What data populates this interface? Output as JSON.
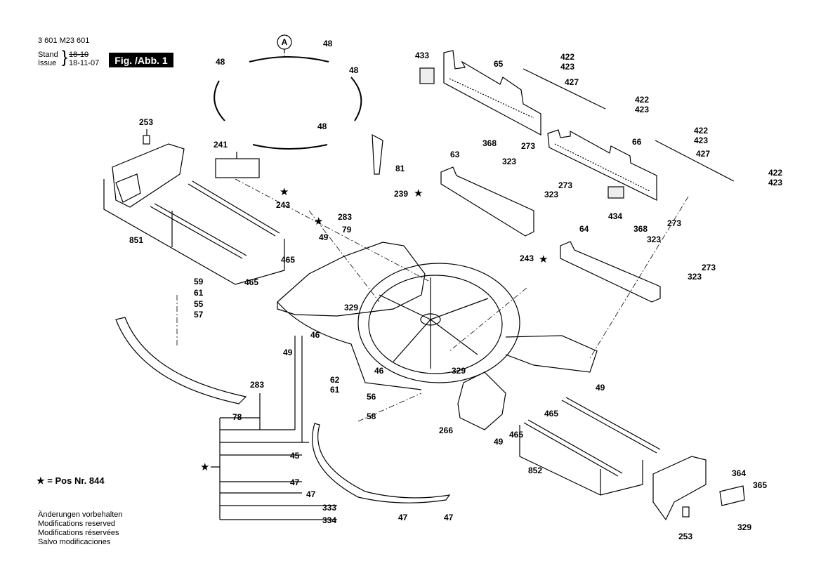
{
  "header": {
    "part_no": "3 601 M23 601",
    "stand_label": "Stand",
    "issue_label": "Issue",
    "stand_value": "18-10",
    "issue_value": "18-11-07",
    "figure_label": "Fig. /Abb. 1"
  },
  "legend": {
    "star_text": "= Pos Nr. 844"
  },
  "notes": [
    "Änderungen vorbehalten",
    "Modifications reserved",
    "Modifications réservées",
    "Salvo modificaciones"
  ],
  "callout_A": "A",
  "part_labels": {
    "p48a": "48",
    "p48b": "48",
    "p48c": "48",
    "p48d": "48",
    "p253a": "253",
    "p241": "241",
    "p851": "851",
    "p465a": "465",
    "p465b": "465",
    "p59": "59",
    "p61a": "61",
    "p55": "55",
    "p57": "57",
    "p283a": "283",
    "p78": "78",
    "p243a": "243",
    "p283b": "283",
    "p79": "79",
    "p49a": "49",
    "p81": "81",
    "p239": "239",
    "p433": "433",
    "p65": "65",
    "p422a": "422",
    "p423a": "423",
    "p427a": "427",
    "p422b": "422",
    "p423b": "423",
    "p63": "63",
    "p368a": "368",
    "p323a": "323",
    "p273a": "273",
    "p273b": "273",
    "p323b": "323",
    "p66": "66",
    "p422c": "422",
    "p423c": "423",
    "p427b": "427",
    "p422d": "422",
    "p423d": "423",
    "p434": "434",
    "p64": "64",
    "p368b": "368",
    "p273c": "273",
    "p323c": "323",
    "p273d": "273",
    "p323d": "323",
    "p243b": "243",
    "p329a": "329",
    "p46a": "46",
    "p49b": "49",
    "p46b": "46",
    "p329b": "329",
    "p62": "62",
    "p61b": "61",
    "p56": "56",
    "p58": "58",
    "p266": "266",
    "p49c": "49",
    "p465c": "465",
    "p465d": "465",
    "p49d": "49",
    "p45": "45",
    "p47a": "47",
    "p47b": "47",
    "p333": "333",
    "p334": "334",
    "p47c": "47",
    "p47d": "47",
    "p852": "852",
    "p364": "364",
    "p365": "365",
    "p329c": "329",
    "p253b": "253"
  }
}
